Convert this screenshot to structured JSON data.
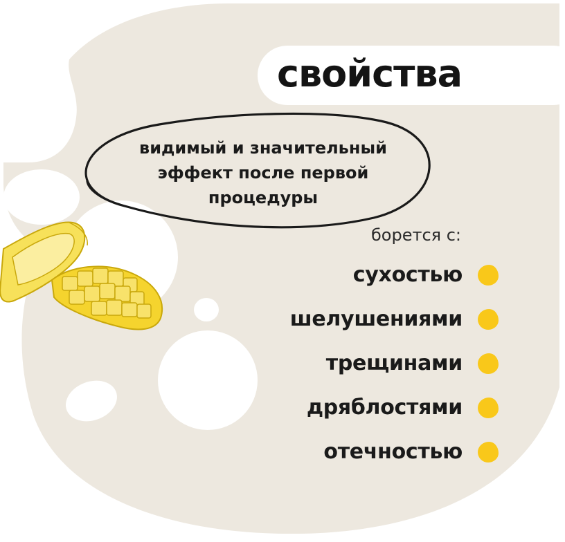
{
  "title": "свойства",
  "effect_lines": [
    "видимый и значительный",
    "эффект после первой",
    "процедуры"
  ],
  "fights_label": "борется с:",
  "properties": [
    "сухостью",
    "шелушениями",
    "трещинами",
    "дряблостями",
    "отечностью"
  ],
  "colors": {
    "beige": "#ede8df",
    "white": "#ffffff",
    "text": "#1a1a1a",
    "dot_yellow": "#f9c81a",
    "mango_yellow": "#f5d42e",
    "mango_outline": "#c9a80c"
  },
  "icons": [
    "mango-half-icon",
    "mango-cubes-icon"
  ]
}
